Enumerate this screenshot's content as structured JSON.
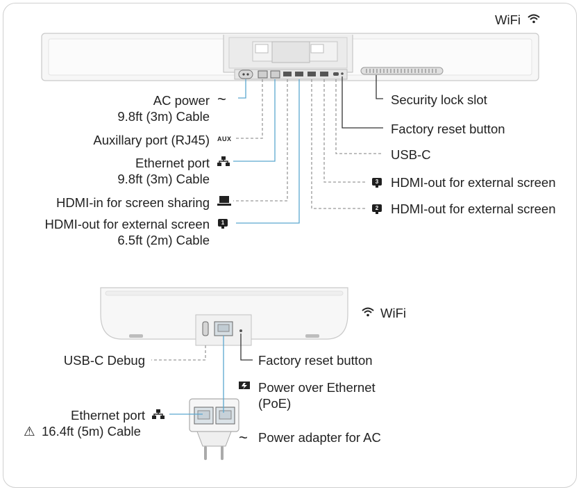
{
  "soundbar": {
    "wifi_label": "WiFi",
    "ac_power": {
      "line1": "AC power",
      "line2": "9.8ft (3m) Cable"
    },
    "aux": {
      "label": "Auxillary port (RJ45)",
      "tag": "AUX"
    },
    "ethernet": {
      "line1": "Ethernet port",
      "line2": "9.8ft (3m) Cable"
    },
    "hdmi_in": {
      "label": "HDMI-in for screen sharing"
    },
    "hdmi_out_1": {
      "line1": "HDMI-out for external screen",
      "line2": "6.5ft (2m) Cable",
      "badge": "1"
    },
    "security_lock": {
      "label": "Security lock slot"
    },
    "factory_reset": {
      "label": "Factory reset button"
    },
    "usb_c": {
      "label": "USB-C"
    },
    "hdmi_out_3": {
      "label": "HDMI-out for external screen",
      "badge": "3"
    },
    "hdmi_out_2": {
      "label": "HDMI-out for external screen",
      "badge": "2"
    }
  },
  "hub": {
    "wifi_label": "WiFi",
    "usb_c_debug": {
      "label": "USB-C Debug"
    },
    "factory_reset": {
      "label": "Factory reset button"
    },
    "poe": {
      "line1": "Power over Ethernet",
      "line2": "(PoE)"
    },
    "ethernet": {
      "line1": "Ethernet port",
      "line2": "16.4ft (5m) Cable",
      "warning": "⚠"
    },
    "power_adapter": {
      "label": "Power adapter for AC"
    }
  }
}
